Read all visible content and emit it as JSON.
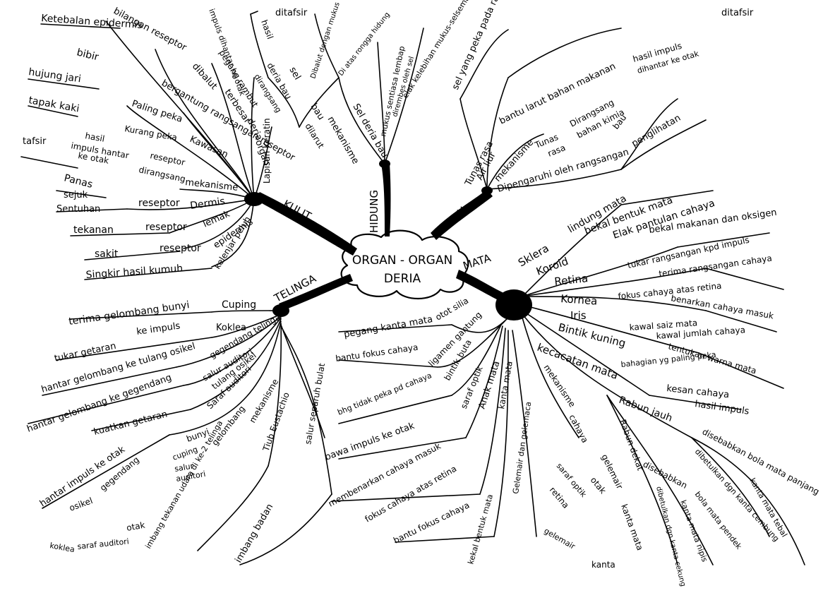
{
  "center": {
    "line1": "ORGAN - ORGAN",
    "line2": "DERIA"
  },
  "organs": {
    "kulit": "KULIT",
    "hidung": "HIDUNG",
    "lidah": "LIDAH",
    "mata": "MATA",
    "telinga": "TELINGA"
  },
  "kulit": {
    "ketebalan": "Ketebalan epidermis",
    "bilangan": "bilangan reseptor",
    "bibir": "bibir",
    "hujung": "hujung jari",
    "tapak": "tapak kaki",
    "bergantung": "bergantung rangsangan reseptor",
    "paling": "Paling peka",
    "kurang": "Kurang peka",
    "kawasan": "Kawasan",
    "dibalut": "dibalut",
    "terbesar": "terbesar",
    "organ": "organ",
    "deria": "deria",
    "tafsir": "tafsir",
    "hasil": "hasil",
    "impuls": "impuls hantar",
    "keotak": "ke otak",
    "reseptorDir": "reseptor",
    "dirangsang": "dirangsang",
    "mekanisme": "mekanisme",
    "panas": "Panas",
    "sejuk": "sejuk",
    "sentuhan": "Sentuhan",
    "reseptor": "reseptor",
    "dermis": "Dermis",
    "tekanan": "tekanan",
    "lemak": "lemak",
    "sakit": "sakit",
    "epidermis": "epidermis",
    "singkir": "Singkir hasil kumuh",
    "kelenjar": "kelenjar peluh",
    "keratin": "Lapisan Keratin"
  },
  "hidung": {
    "ditafsir": "ditafsir",
    "hasil": "hasil",
    "impuls": "impuls dihantar ke otak",
    "pegang": "pegang rambut",
    "sel": "sel",
    "deria": "deria bau",
    "dirangsang": "dirangsang",
    "bau": "bau",
    "dilarut": "dilarut",
    "mekanisme": "mekanisme",
    "seldeia": "Sel deria bau",
    "rongga": "Dibalut dengan mukus",
    "rongga2": "Di atas rongga hidung",
    "mukus": "mukus sentiasa lembap",
    "rembes": "dirembes oleh sel",
    "elak": "elak kelebihan mukus-selsema"
  },
  "lidah": {
    "sel": "sel yang peka pada rasa",
    "bantu": "bantu larut bahan makanan",
    "tunas": "Tunas rasa",
    "air": "Air liur",
    "mekanisme": "mekanisme",
    "tunasArrow": "Tunas",
    "rasa": "rasa",
    "dirangsang": "Dirangsang",
    "kimia": "bahan kimia",
    "hasilImpuls": "hasil impuls",
    "dihantar": "dihantar ke otak",
    "ditafsir": "ditafsir",
    "bau": "bau",
    "dipengaruhi": "Dipengaruhi oleh rangsangan",
    "penglihatan": "penglihatan"
  },
  "mata": {
    "lindung": "lindung mata",
    "bekal": "bekal bentuk mata",
    "elak": "Elak pantulan cahaya",
    "bekal2": "bekal makanan dan oksigen",
    "sklera": "Sklera",
    "koroid": "Koroid",
    "tukar": "tukar rangsangan kpd impuls",
    "terima": "terima rangsangan cahaya",
    "retina": "Retina",
    "fokus": "fokus cahaya atas retina",
    "benarkan": "benarkan cahaya masuk",
    "kornea": "Kornea",
    "iris": "Iris",
    "kawal": "kawal saiz mata",
    "kawal2": "kawal jumlah cahaya",
    "tentukan": "tentukan warna mata",
    "bintik": "Bintik kuning",
    "bahagian": "bahagian yg paling peka",
    "kecacatan": "kecacatan mata",
    "kesan": "kesan cahaya",
    "hasil": "hasil impuls",
    "rabun": "Rabun jauh",
    "disebabkan": "disebabkan bola mata panjang",
    "dibetulkan": "dibetulkan dgn kanta cembung",
    "kanta": "kanta mata tebal",
    "rabunDekat": "Rabun dekat",
    "disebabkan2": "disebabkan",
    "bola": "bola mata pendek",
    "kanta2": "kanta mata nipis",
    "dibetulkan2": "dibetulkan dgn kanta cekung",
    "mekanisme": "mekanisme",
    "cahaya": "cahaya",
    "gelemair": "gelemair",
    "kantaMata": "kanta mata",
    "otak": "otak",
    "saraf": "saraf optik",
    "retina2": "retina",
    "gelemair2": "gelemair",
    "kanta3": "kanta",
    "pegang": "pegang kanta mata",
    "otot": "otot silia",
    "ligamen": "ligamen gantung",
    "bantu": "bantu fokus cahaya",
    "bintikButa": "bintik buta",
    "bhg": "bhg tidak peka pd cahaya",
    "sarafOptik": "saraf optik",
    "bawa": "bawa impuls ke otak",
    "anak": "Anak mata",
    "memberarkan": "membenarkan cahaya masuk",
    "kantaMata2": "kanta mata",
    "fokus2": "fokus cahaya atas retina",
    "gelemair3": "Gelemair dan gelemaca",
    "bantu2": "bantu fokus cahaya",
    "kekal": "kekal bentuk mata"
  },
  "telinga": {
    "terima": "terima gelombang bunyi",
    "cuping": "Cuping",
    "tukar": "tukar getaran",
    "keImpuls": "ke impuls",
    "koklea": "Koklea",
    "hantar": "hantar gelombang ke tulang osikel",
    "gegendang": "gegendang telinga",
    "hantar2": "hantar gelombang ke gegendang",
    "salur": "salur auditori",
    "tulang": "tulang osikel",
    "kuatkan": "kuatkan getaran",
    "saraf": "Saraf auditori",
    "hantarImpuls": "hantar impuls ke otak",
    "mekanisme": "mekanisme",
    "gelombang": "gelombang",
    "bunyi": "bunyi",
    "cuping2": "cuping",
    "salur2": "salur",
    "auditori": "auditori",
    "gegendang2": "gegendang",
    "osikel": "osikel",
    "koklea2": "koklea",
    "saraf2": "saraf auditori",
    "otak": "otak",
    "tiub": "Tiub Eustachio",
    "imbang": "imbang tekanan udara di ke-2 telinga",
    "salur3": "salur separuh bulat",
    "imbangBadan": "imbang badan"
  }
}
